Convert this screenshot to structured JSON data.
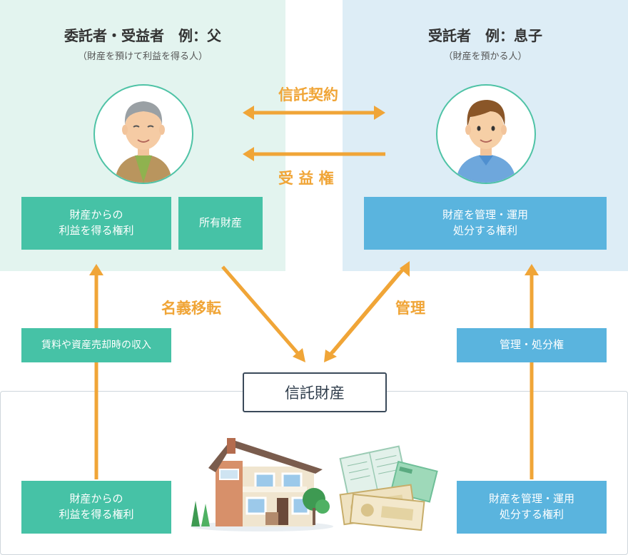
{
  "settlor": {
    "title": "委託者・受益者　例：父",
    "subtitle": "（財産を預けて利益を得る人）",
    "box_profit_right": "財産からの\n利益を得る権利",
    "box_ownership": "所有財産"
  },
  "trustee": {
    "title": "受託者　例：息子",
    "subtitle": "（財産を預かる人）",
    "box_manage_right": "財産を管理・運用\n処分する権利"
  },
  "relations": {
    "trust_contract": "信託契約",
    "beneficiary_right": "受 益 権",
    "title_transfer": "名義移転",
    "management": "管理"
  },
  "flows": {
    "income": "賃料や資産売却時の収入",
    "manage_dispose": "管理・処分権"
  },
  "trust_property": {
    "label": "信託財産",
    "box_profit_right": "財産からの\n利益を得る権利",
    "box_manage_right": "財産を管理・運用\n処分する権利"
  },
  "colors": {
    "green": "#46c2a6",
    "blue": "#5ab4de",
    "orange": "#f0a537",
    "panel_left": "#e3f4ef",
    "panel_right": "#ddedf6"
  },
  "icons": [
    "father-avatar-icon",
    "son-avatar-icon",
    "house-icon",
    "bankbook-money-icon"
  ]
}
